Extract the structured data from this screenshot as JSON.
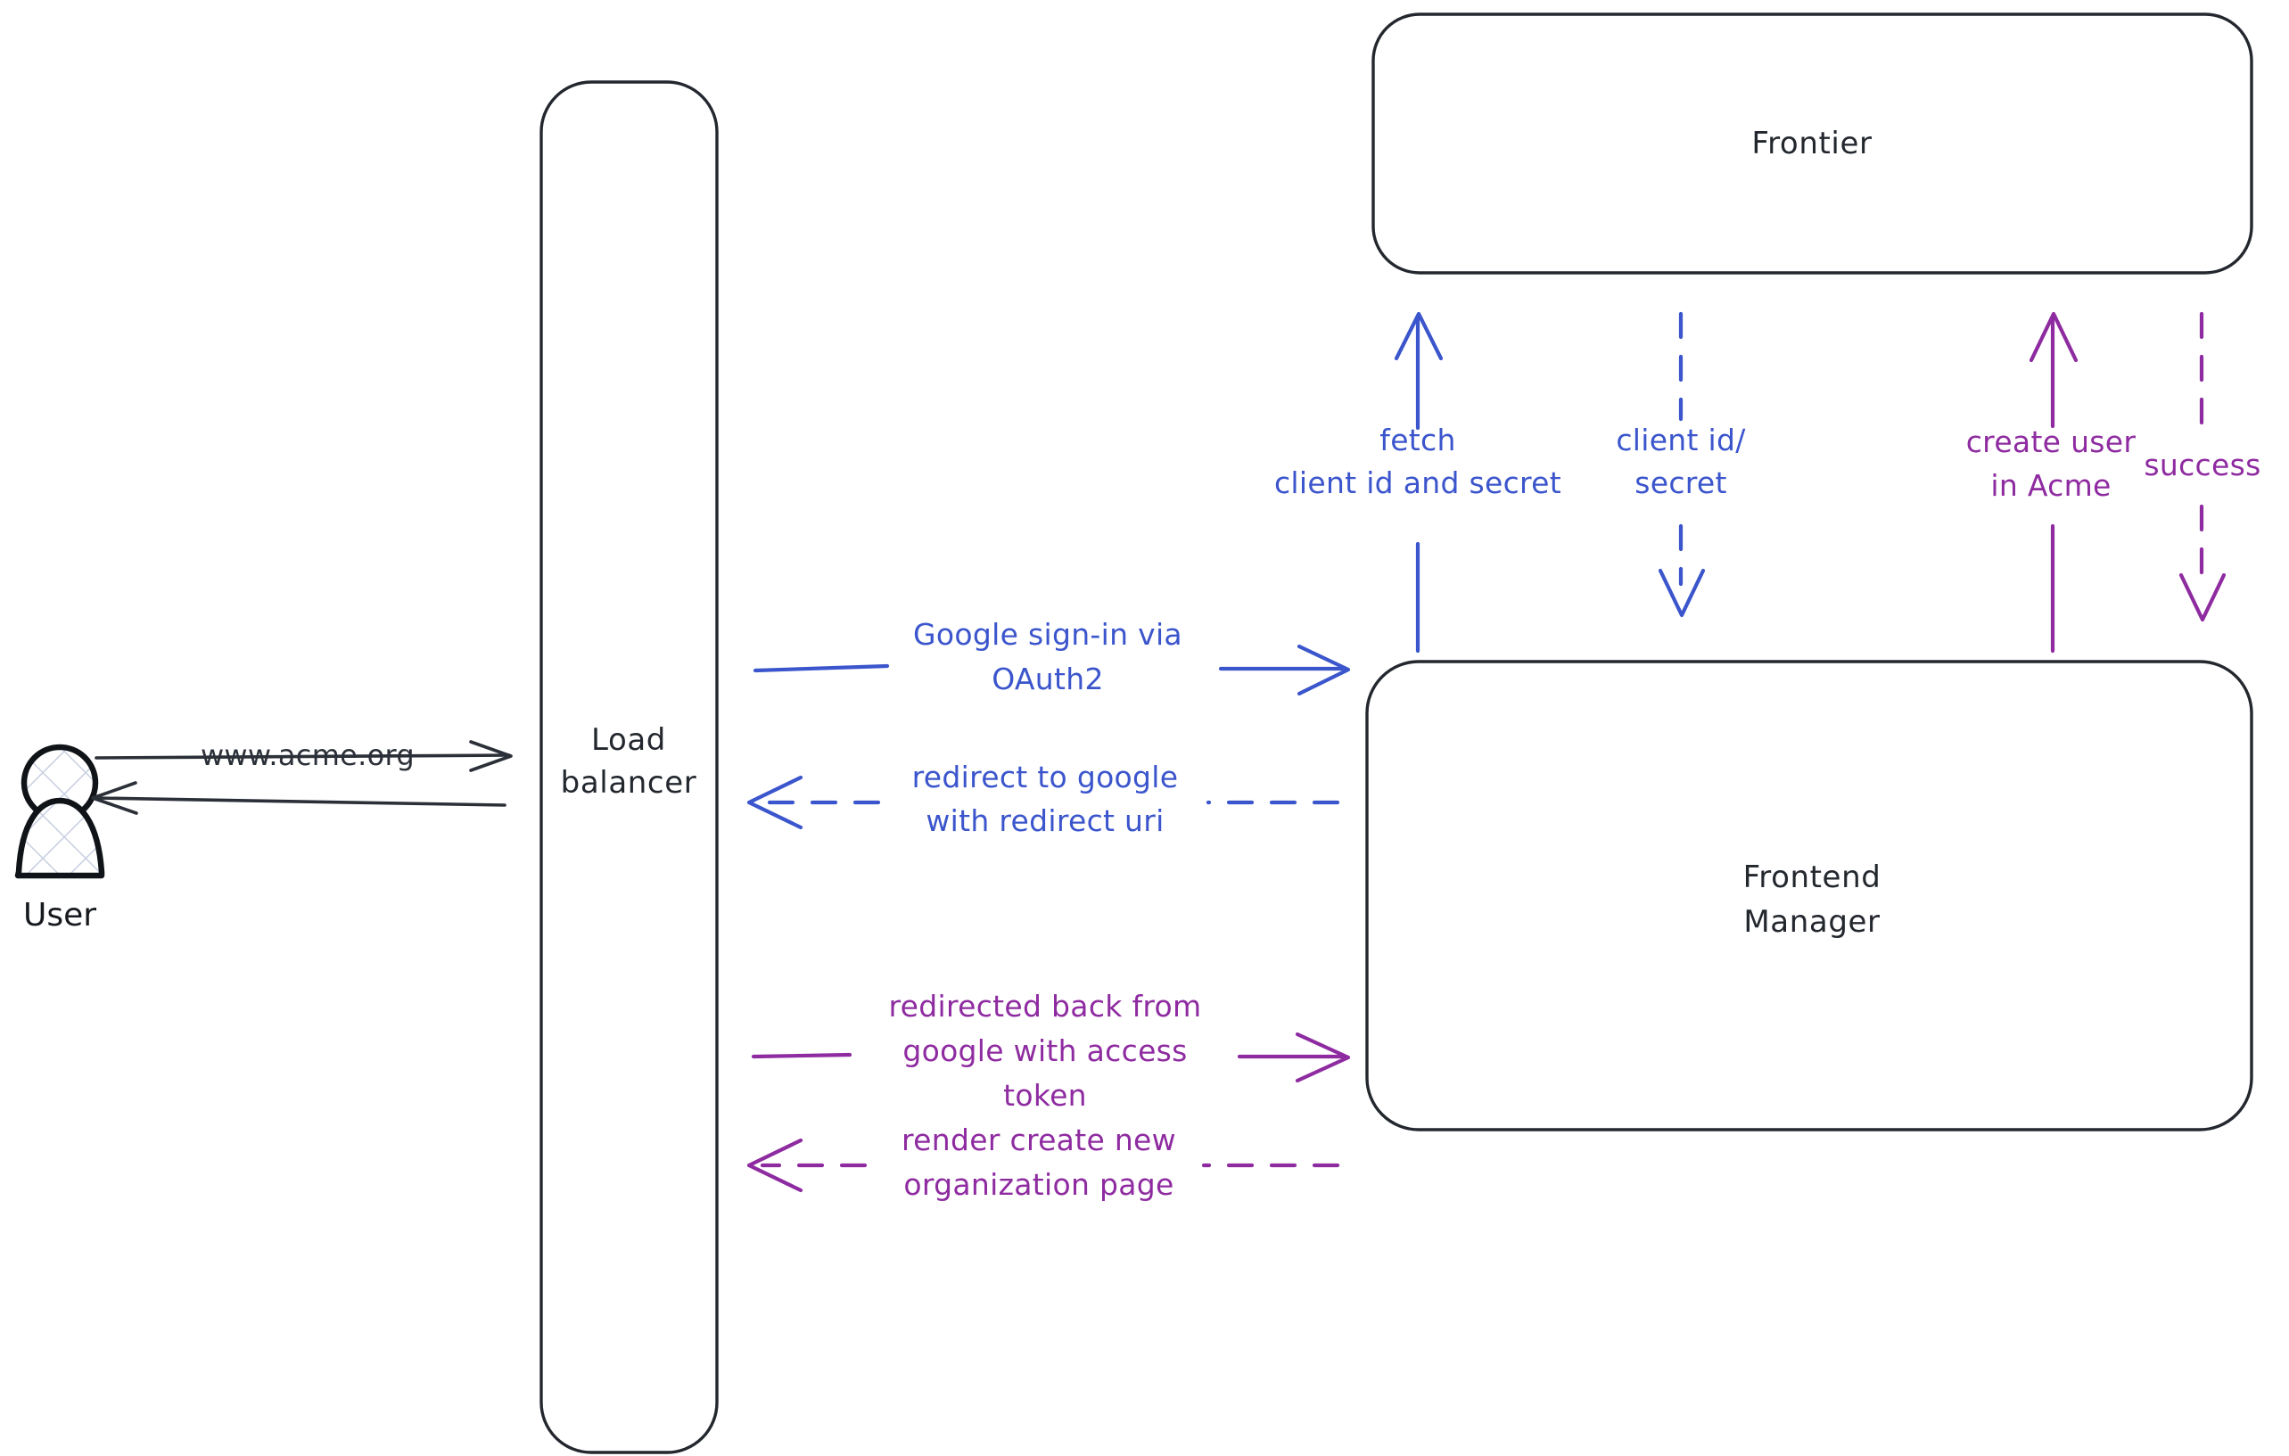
{
  "diagram": {
    "title": "Acme Google OAuth2 sign-in flow",
    "background": "#ffffff",
    "colors": {
      "blue": "#3b55cc",
      "purple": "#8e2ba0",
      "dark": "#23272e",
      "actor_outline": "#101317",
      "hatch": "#c7cfe0"
    },
    "actors": [
      {
        "id": "user",
        "label": "User",
        "shape": "person-hatched"
      }
    ],
    "nodes": [
      {
        "id": "load-balancer",
        "label_line1": "Load",
        "label_line2": "balancer",
        "shape": "rounded-rect-tall"
      },
      {
        "id": "frontier",
        "label": "Frontier",
        "shape": "rounded-rect"
      },
      {
        "id": "frontend-manager",
        "label_line1": "Frontend",
        "label_line2": "Manager",
        "shape": "rounded-rect"
      }
    ],
    "edges": [
      {
        "id": "user-to-lb",
        "label": "www.acme.org",
        "color": "#2b3038",
        "style": "solid",
        "direction": "right",
        "from": "user",
        "to": "load-balancer"
      },
      {
        "id": "lb-to-user",
        "label": "",
        "color": "#2b3038",
        "style": "solid",
        "direction": "left",
        "from": "load-balancer",
        "to": "user"
      },
      {
        "id": "lb-to-fm-signin",
        "label_line1": "Google sign-in via",
        "label_line2": "OAuth2",
        "color": "#3b55cc",
        "style": "solid",
        "direction": "right",
        "from": "load-balancer",
        "to": "frontend-manager"
      },
      {
        "id": "fm-to-lb-redirect",
        "label_line1": "redirect to google",
        "label_line2": "with redirect uri",
        "color": "#3b55cc",
        "style": "dashed",
        "direction": "left",
        "from": "frontend-manager",
        "to": "load-balancer"
      },
      {
        "id": "lb-to-fm-token",
        "label_line1": "redirected back from",
        "label_line2": "google with access",
        "label_line3": "token",
        "color": "#8e2ba0",
        "style": "solid",
        "direction": "right",
        "from": "load-balancer",
        "to": "frontend-manager"
      },
      {
        "id": "fm-to-lb-render",
        "label_line1": "render create new",
        "label_line2": "organization page",
        "color": "#8e2ba0",
        "style": "dashed",
        "direction": "left",
        "from": "frontend-manager",
        "to": "load-balancer"
      },
      {
        "id": "fm-to-frontier-fetch",
        "label_line1": "fetch",
        "label_line2": "client id and secret",
        "color": "#3b55cc",
        "style": "solid",
        "direction": "up",
        "from": "frontend-manager",
        "to": "frontier"
      },
      {
        "id": "frontier-to-fm-creds",
        "label_line1": "client id/",
        "label_line2": "secret",
        "color": "#3b55cc",
        "style": "dashed",
        "direction": "down",
        "from": "frontier",
        "to": "frontend-manager"
      },
      {
        "id": "fm-to-frontier-create",
        "label_line1": "create user",
        "label_line2": "in Acme",
        "color": "#8e2ba0",
        "style": "solid",
        "direction": "up",
        "from": "frontend-manager",
        "to": "frontier"
      },
      {
        "id": "frontier-to-fm-success",
        "label": "success",
        "color": "#8e2ba0",
        "style": "dashed",
        "direction": "down",
        "from": "frontier",
        "to": "frontend-manager"
      }
    ]
  }
}
